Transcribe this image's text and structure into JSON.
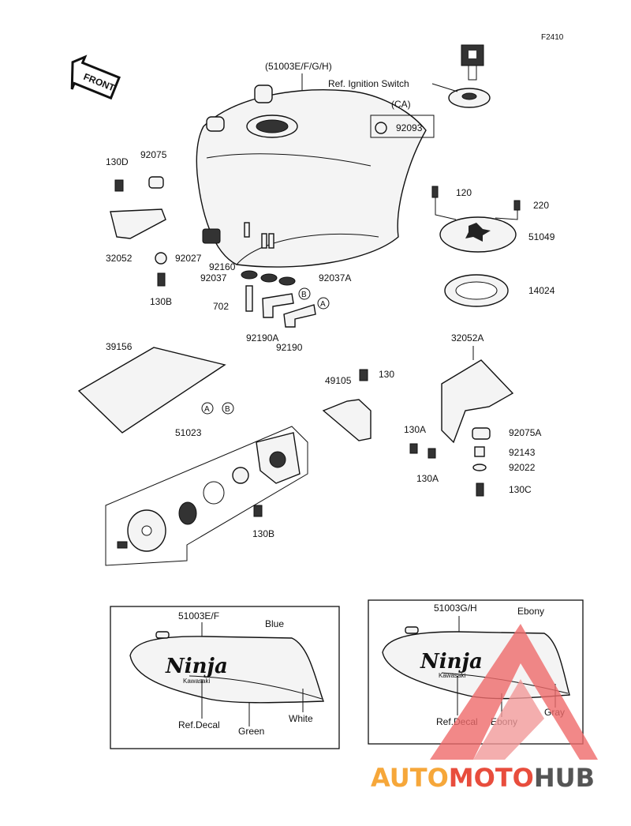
{
  "figure_code": "F2410",
  "front_label": "FRONT",
  "ignition_ref": "Ref. Ignition Switch",
  "ca_label": "(CA)",
  "parts": {
    "tank": "(51003E/F/G/H)",
    "p92093": "92093",
    "p130D": "130D",
    "p92075": "92075",
    "p32052": "32052",
    "p92027": "92027",
    "p130B_top": "130B",
    "p92160": "92160",
    "p92037": "92037",
    "p92037A": "92037A",
    "p702": "702",
    "p92190A": "92190A",
    "p92190": "92190",
    "p120": "120",
    "p220": "220",
    "p51049": "51049",
    "p14024": "14024",
    "p39156": "39156",
    "p49105": "49105",
    "p130": "130",
    "p32052A": "32052A",
    "p51023": "51023",
    "p130A_1": "130A",
    "p130A_2": "130A",
    "p92075A": "92075A",
    "p92143": "92143",
    "p92022": "92022",
    "p130C": "130C",
    "p130B_bottom": "130B"
  },
  "connectors": {
    "a": "A",
    "b": "B"
  },
  "panel_left": {
    "model": "51003E/F",
    "color_top": "Blue",
    "ref": "Ref.Decal",
    "color_bottom": "Green",
    "color_side": "White",
    "logo": "Ninja",
    "logo_sub": "Kawasaki"
  },
  "panel_right": {
    "model": "51003G/H",
    "color_top": "Ebony",
    "ref": "Ref.Decal",
    "color_bottom": "Ebony",
    "color_side": "Gray",
    "logo": "Ninja",
    "logo_sub": "Kawasaki"
  },
  "watermark": {
    "part1": "AUTO",
    "part2": "MOTO",
    "part3": "HUB",
    "color1": "#f6a73a",
    "color2": "#e84d3d",
    "color3": "#555555"
  }
}
